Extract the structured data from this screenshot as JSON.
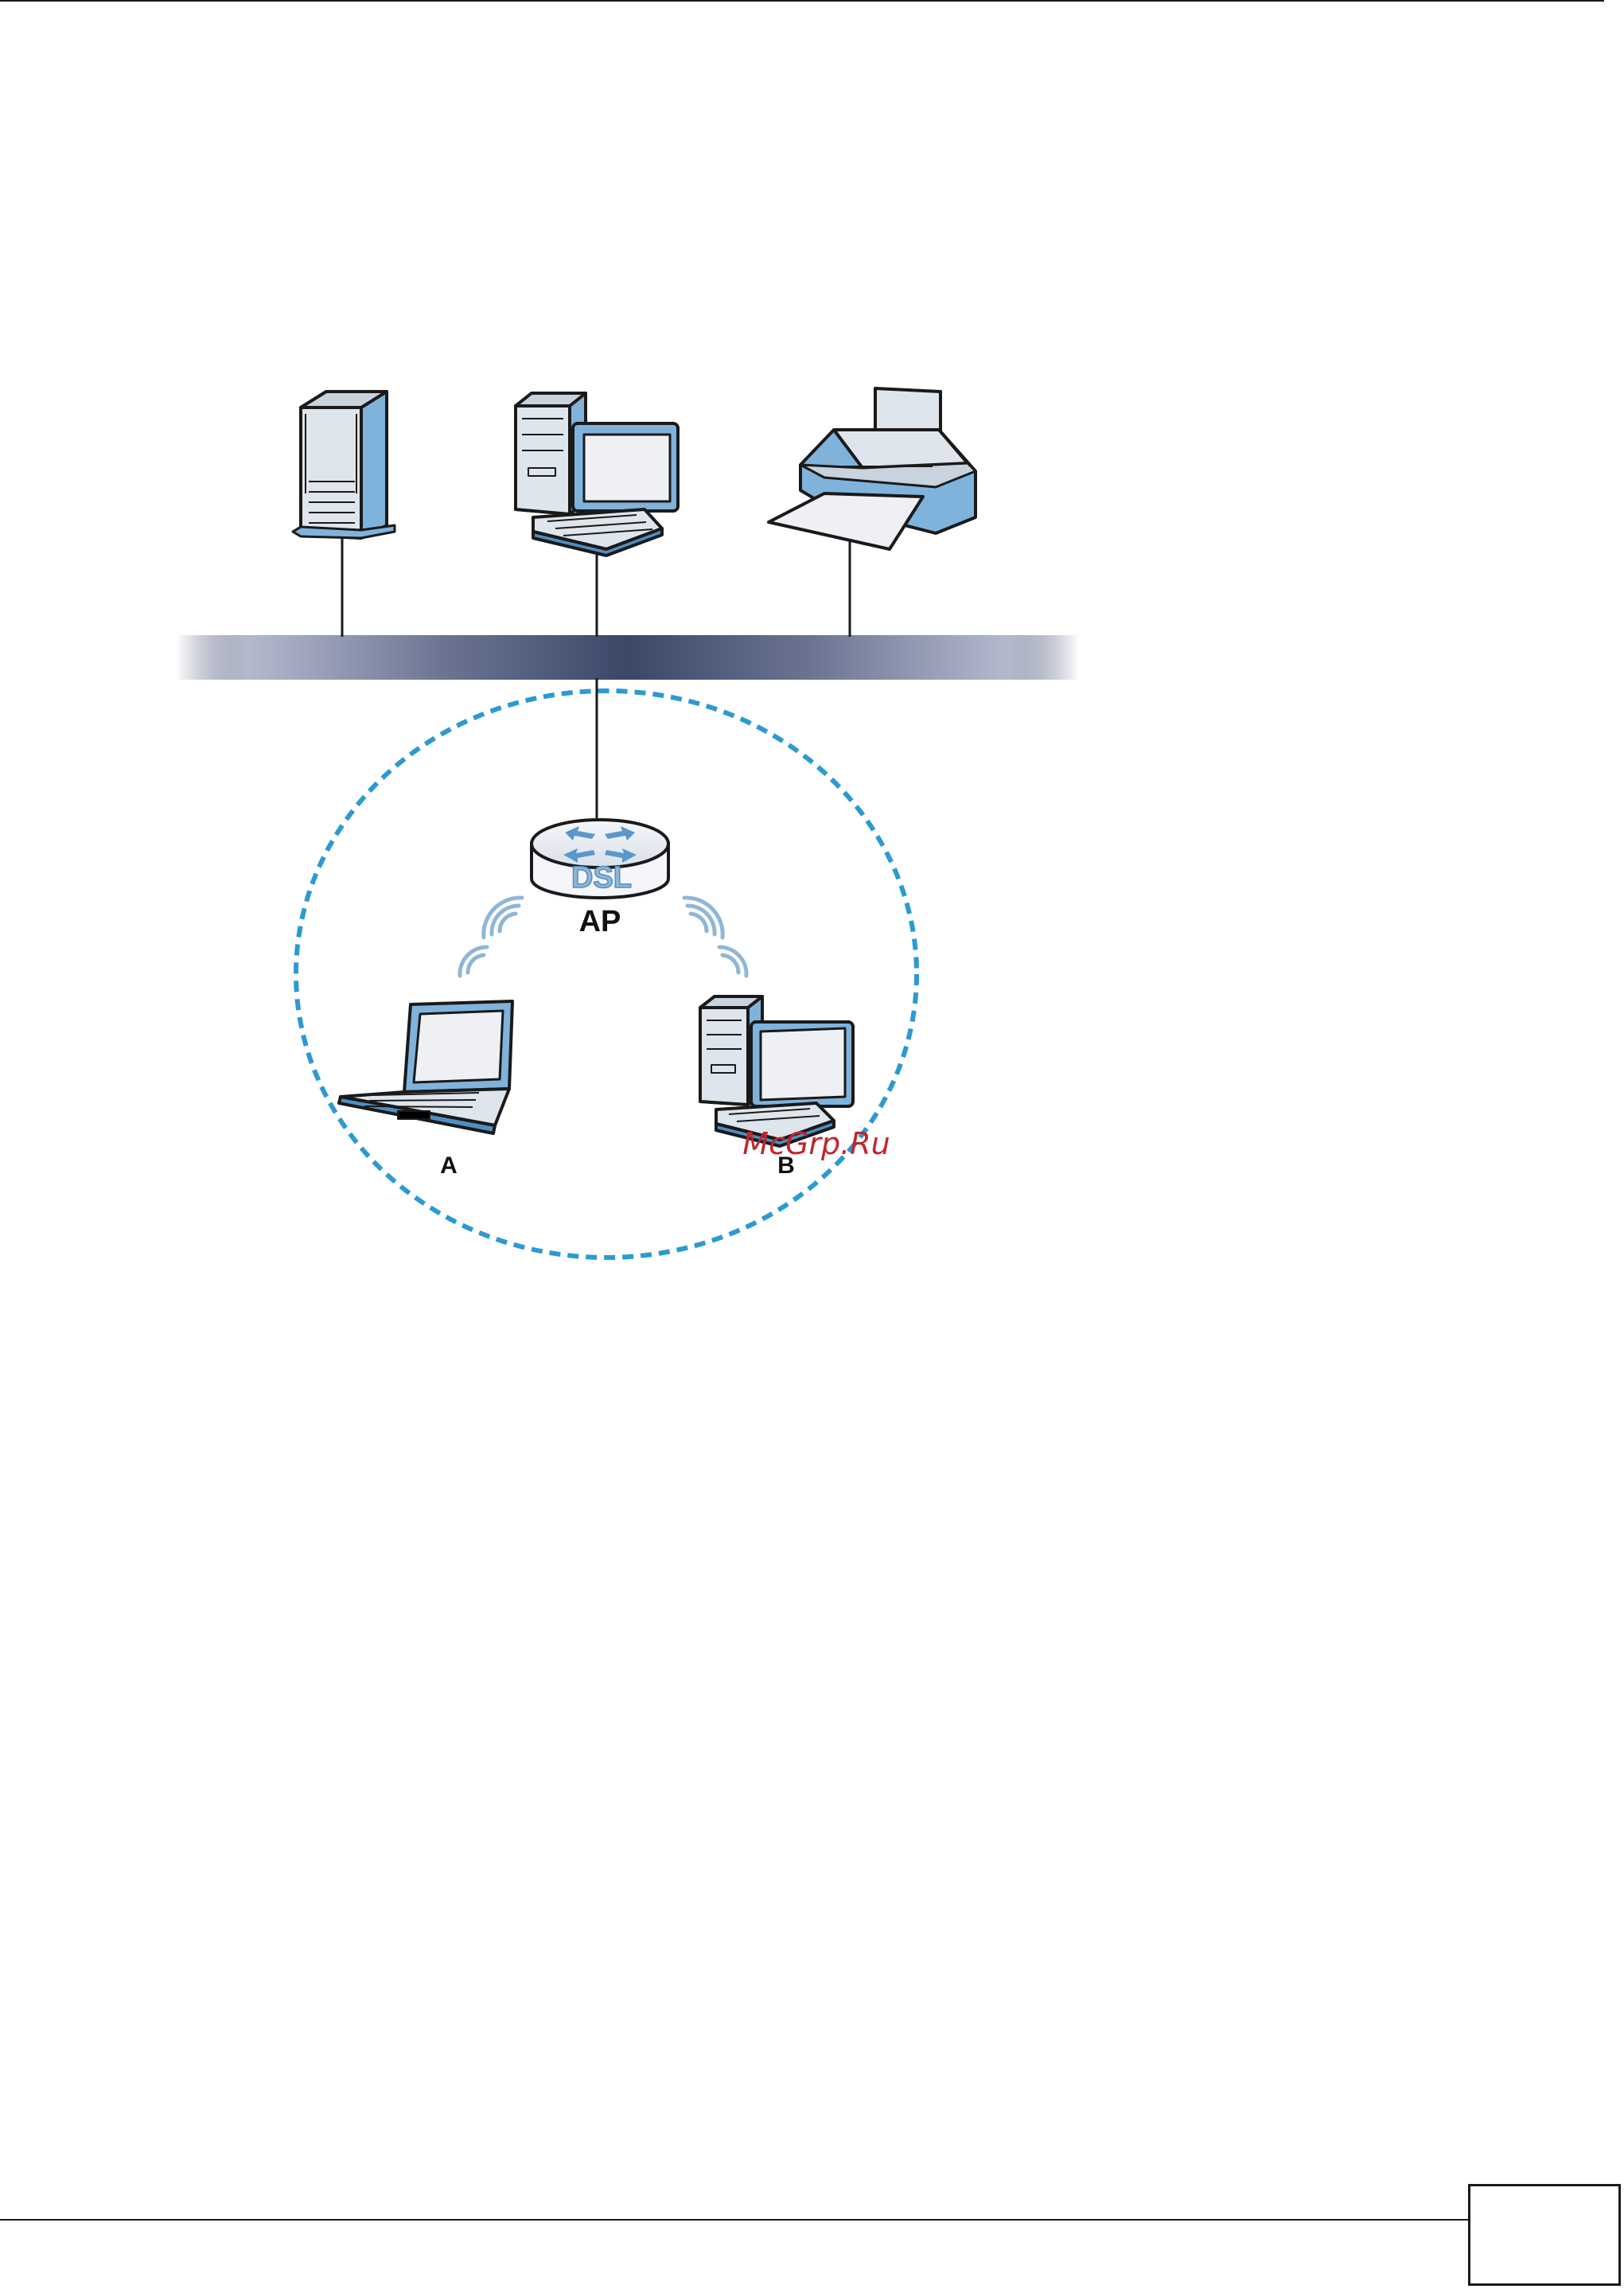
{
  "diagram": {
    "ap_label": "AP",
    "router_text": "DSL",
    "station_a_label": "A",
    "station_b_label": "B"
  },
  "watermark": {
    "text": "McGrp.Ru"
  },
  "colors": {
    "device_blue": "#7fb3dc",
    "device_blue_dark": "#4f8fc4",
    "screen": "#eef0f4",
    "bus_center": "#3c4768",
    "coverage": "#2c9ad2",
    "wireless": "#8fb6d6",
    "watermark": "#c0262d"
  },
  "icons": [
    "server-icon",
    "desktop-pc-icon",
    "printer-icon",
    "router-icon",
    "laptop-icon",
    "wireless-signal-icon"
  ]
}
